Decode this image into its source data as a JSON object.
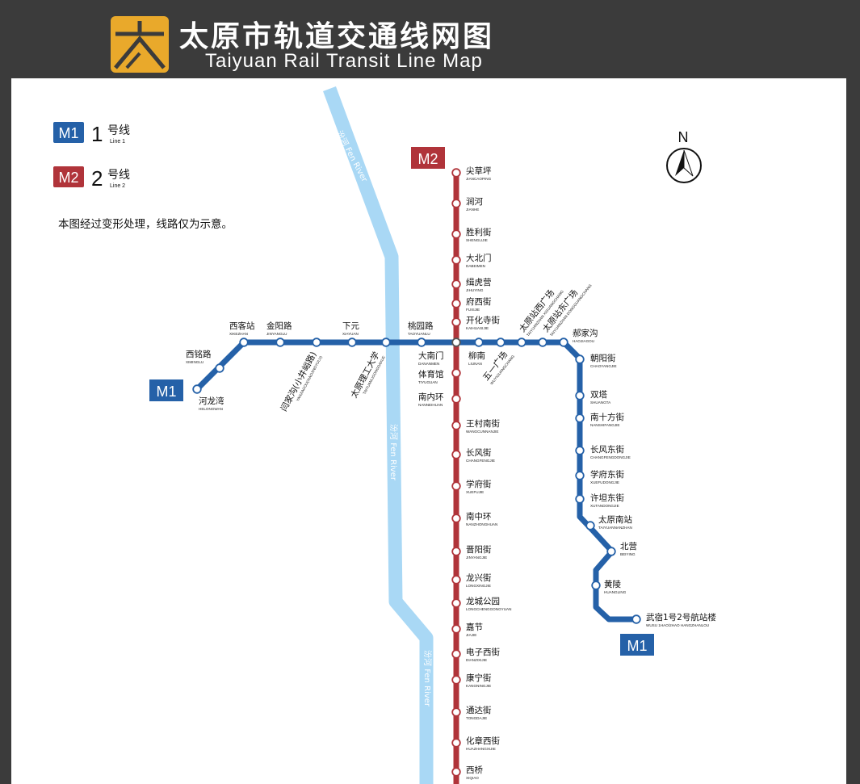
{
  "header": {
    "title_cn": "太原市轨道交通线网图",
    "title_en": "Taiyuan Rail Transit Line Map"
  },
  "colors": {
    "line1": "#2561a8",
    "line2": "#b0343a",
    "river": "#a9d8f5",
    "logo": "#e9a92b"
  },
  "legend": [
    {
      "badge": "M1",
      "num": "1",
      "cn": "号线",
      "en": "Line 1"
    },
    {
      "badge": "M2",
      "num": "2",
      "cn": "号线",
      "en": "Line 2"
    }
  ],
  "note": "本图经过变形处理，线路仅为示意。",
  "compass": "N",
  "river": {
    "cn": "汾河",
    "en": "Fen River"
  },
  "line1": {
    "badge": "M1",
    "stations": [
      {
        "cn": "河龙湾",
        "en": "HELONGWAN"
      },
      {
        "cn": "西铭路",
        "en": "XIMINGLU"
      },
      {
        "cn": "西客站",
        "en": "XIKEZHAN"
      },
      {
        "cn": "金阳路",
        "en": "JINYANGLU"
      },
      {
        "cn": "闫家沟(小井峪路)",
        "en": "YANJIAGOU(XIAOJINGYULU)"
      },
      {
        "cn": "下元",
        "en": "XIAYUAN"
      },
      {
        "cn": "太原理工大学",
        "en": "TAIYUANLIGONGDAXUE"
      },
      {
        "cn": "桃园路",
        "en": "TAOYUANLU"
      },
      {
        "cn": "大南门",
        "en": "DANANMEN"
      },
      {
        "cn": "柳南",
        "en": "LIUNAN"
      },
      {
        "cn": "五一广场",
        "en": "WUYIGUANGCHANG"
      },
      {
        "cn": "太原站西广场",
        "en": "TAIYUANZHAN XIGUANGCHANG"
      },
      {
        "cn": "太原站东广场",
        "en": "TAIYUANZHAN DONGGUANGCHANG"
      },
      {
        "cn": "郝家沟",
        "en": "HAOJIAGOU"
      },
      {
        "cn": "朝阳街",
        "en": "CHAOYANGJIE"
      },
      {
        "cn": "双塔",
        "en": "SHUANGTA"
      },
      {
        "cn": "南十方街",
        "en": "NANSHIFANGJIE"
      },
      {
        "cn": "长风东街",
        "en": "CHANGFENGDONGJIE"
      },
      {
        "cn": "学府东街",
        "en": "XUEFUDONGJIE"
      },
      {
        "cn": "许坦东街",
        "en": "XUTANDONGJIE"
      },
      {
        "cn": "太原南站",
        "en": "TAIYUANNANZHAN"
      },
      {
        "cn": "北营",
        "en": "BEIYING"
      },
      {
        "cn": "黄陵",
        "en": "HUANGLING"
      },
      {
        "cn": "武宿1号2号航站楼",
        "en": "WUSU 1HAO/2HAO HANGZHANLOU"
      }
    ]
  },
  "line2": {
    "badge": "M2",
    "stations": [
      {
        "cn": "尖草坪",
        "en": "JIANCAOPING"
      },
      {
        "cn": "涧河",
        "en": "JIANHE"
      },
      {
        "cn": "胜利街",
        "en": "SHENGLIJIE"
      },
      {
        "cn": "大北门",
        "en": "DABEIMEN"
      },
      {
        "cn": "缉虎营",
        "en": "JIHUYING"
      },
      {
        "cn": "府西街",
        "en": "FUXIJIE"
      },
      {
        "cn": "开化寺街",
        "en": "KAIHUASIJIE"
      },
      {
        "cn": "体育馆",
        "en": "TIYUGUAN"
      },
      {
        "cn": "南内环",
        "en": "NANNEIHUAN"
      },
      {
        "cn": "王村南街",
        "en": "WANGCUNNANJIE"
      },
      {
        "cn": "长风街",
        "en": "CHANGFENGJIE"
      },
      {
        "cn": "学府街",
        "en": "XUEFUJIE"
      },
      {
        "cn": "南中环",
        "en": "NANZHONGHUAN"
      },
      {
        "cn": "晋阳街",
        "en": "JINYANGJIE"
      },
      {
        "cn": "龙兴街",
        "en": "LONGXINGJIE"
      },
      {
        "cn": "龙城公园",
        "en": "LONGCHENGGONGYUAN"
      },
      {
        "cn": "嘉节",
        "en": "JIAJIE"
      },
      {
        "cn": "电子西街",
        "en": "DIANZIXIJIE"
      },
      {
        "cn": "康宁街",
        "en": "KANGNINGJIE"
      },
      {
        "cn": "通达街",
        "en": "TONGDAJIE"
      },
      {
        "cn": "化章西街",
        "en": "HUAZHANGXIJIE"
      },
      {
        "cn": "西桥",
        "en": "XIQIAO"
      }
    ]
  }
}
